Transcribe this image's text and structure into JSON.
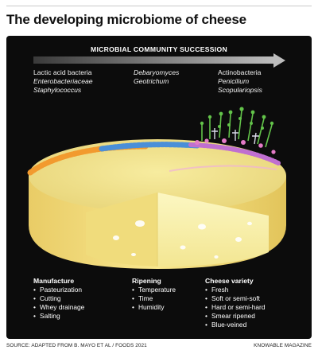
{
  "title": "The developing microbiome of cheese",
  "succession": {
    "heading": "MICROBIAL COMMUNITY SUCCESSION",
    "groups": [
      {
        "items": [
          "Lactic acid bacteria",
          "Enterobacteriaceae",
          "Staphylococcus"
        ]
      },
      {
        "items": [
          "Debaryomyces",
          "Geotrichum"
        ]
      },
      {
        "items": [
          "Actinobacteria",
          "Penicilium",
          "Scopulariopsis"
        ]
      }
    ]
  },
  "stages": [
    {
      "heading": "Manufacture",
      "items": [
        "Pasteurization",
        "Cutting",
        "Whey drainage",
        "Salting"
      ]
    },
    {
      "heading": "Ripening",
      "items": [
        "Temperature",
        "Time",
        "Humidity"
      ]
    },
    {
      "heading": "Cheese variety",
      "items": [
        "Fresh",
        "Soft or semi-soft",
        "Hard or semi-hard",
        "Smear ripened",
        "Blue-veined"
      ]
    }
  ],
  "footer": {
    "source": "SOURCE: ADAPTED FROM B. MAYO ET AL / FOODS 2021",
    "publisher": "KNOWABLE MAGAZINE"
  },
  "colors": {
    "panel": "#0c0c0c",
    "cheese_top": "#f3e49a",
    "cheese_body": "#f7e690",
    "wedge": "#fbf5b8",
    "bacteria_band": "#f29a2e",
    "yeast_band": "#4a8fd8",
    "mold_band": "#c06fd0",
    "mold_stalks": "#63c34a"
  }
}
